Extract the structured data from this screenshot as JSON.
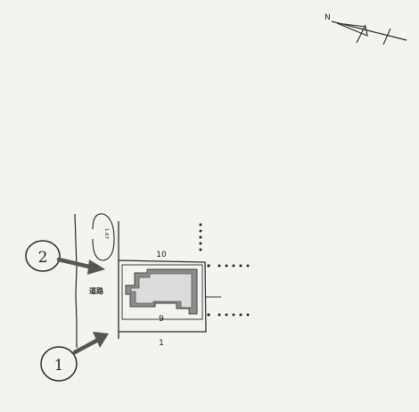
{
  "compass": {
    "north_label": "N",
    "icon": "north-arrow-icon"
  },
  "road": {
    "label": "道路",
    "width_label": "1.67"
  },
  "boundaries": {
    "top_label": "10",
    "inner_label": "9",
    "bottom_label": "1"
  },
  "markers": [
    {
      "label": "2",
      "icon": "arrow-icon"
    },
    {
      "label": "1",
      "icon": "arrow-icon"
    }
  ],
  "colors": {
    "line": "#2a2a2a",
    "building_fill": "#8c8c8c",
    "background": "#f3f3f1"
  }
}
